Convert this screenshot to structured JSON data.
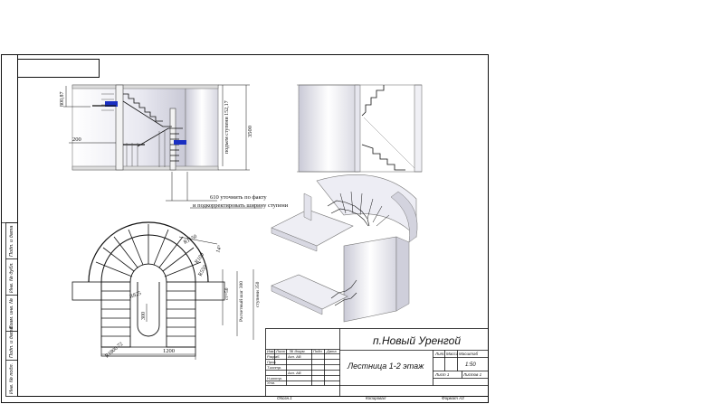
{
  "drawing": {
    "dims": {
      "d_800_87": "800,87",
      "d_200": "200",
      "d_riser": "подъем ступени 152,17",
      "d_3500": "3500",
      "note_line1": "610 уточнить по факту",
      "note_line2": "и подкорректировать  ширину ступени",
      "d_r1150": "R1150",
      "d_r100": "R100",
      "d_r550": "R550",
      "d_ang": "14°",
      "d_gap50": "ст=50",
      "d_step300": "Расчетный шаг 300",
      "d_step350": "ступени 350",
      "d_r825": "R825",
      "d_300": "300",
      "d_r1800": "R1800 72",
      "d_1200": "1200"
    }
  },
  "title_block": {
    "object_name": "п.Новый Уренгой",
    "sheet_title": "Лестница 1-2 этаж",
    "col_lit": "Лит.",
    "col_mass": "Масса",
    "col_scale": "Масштаб",
    "scale_value": "1:50",
    "sheet_label": "Лист 1",
    "sheets_label": "Листов 1",
    "rows": [
      "Изм.",
      "Лист",
      "№ докум.",
      "Подп.",
      "Дата"
    ],
    "role_dev": "Разраб.",
    "role_check": "Пров.",
    "role_tcontr": "Т.контр.",
    "role_ncontr": "Н.контр.",
    "role_approve": "Утв.",
    "name_ab": "Ахл. АВ",
    "name_ab2": "Ахл. АВ",
    "footer_copied": "Копировал",
    "footer_format": "Формат А3",
    "footer_assembly": "Обозн.1"
  },
  "side_stamp": [
    "Подп. и дата",
    "Инв. № дубл.",
    "Взам. инв. №",
    "Подп. и дата",
    "Инв. № подл."
  ]
}
